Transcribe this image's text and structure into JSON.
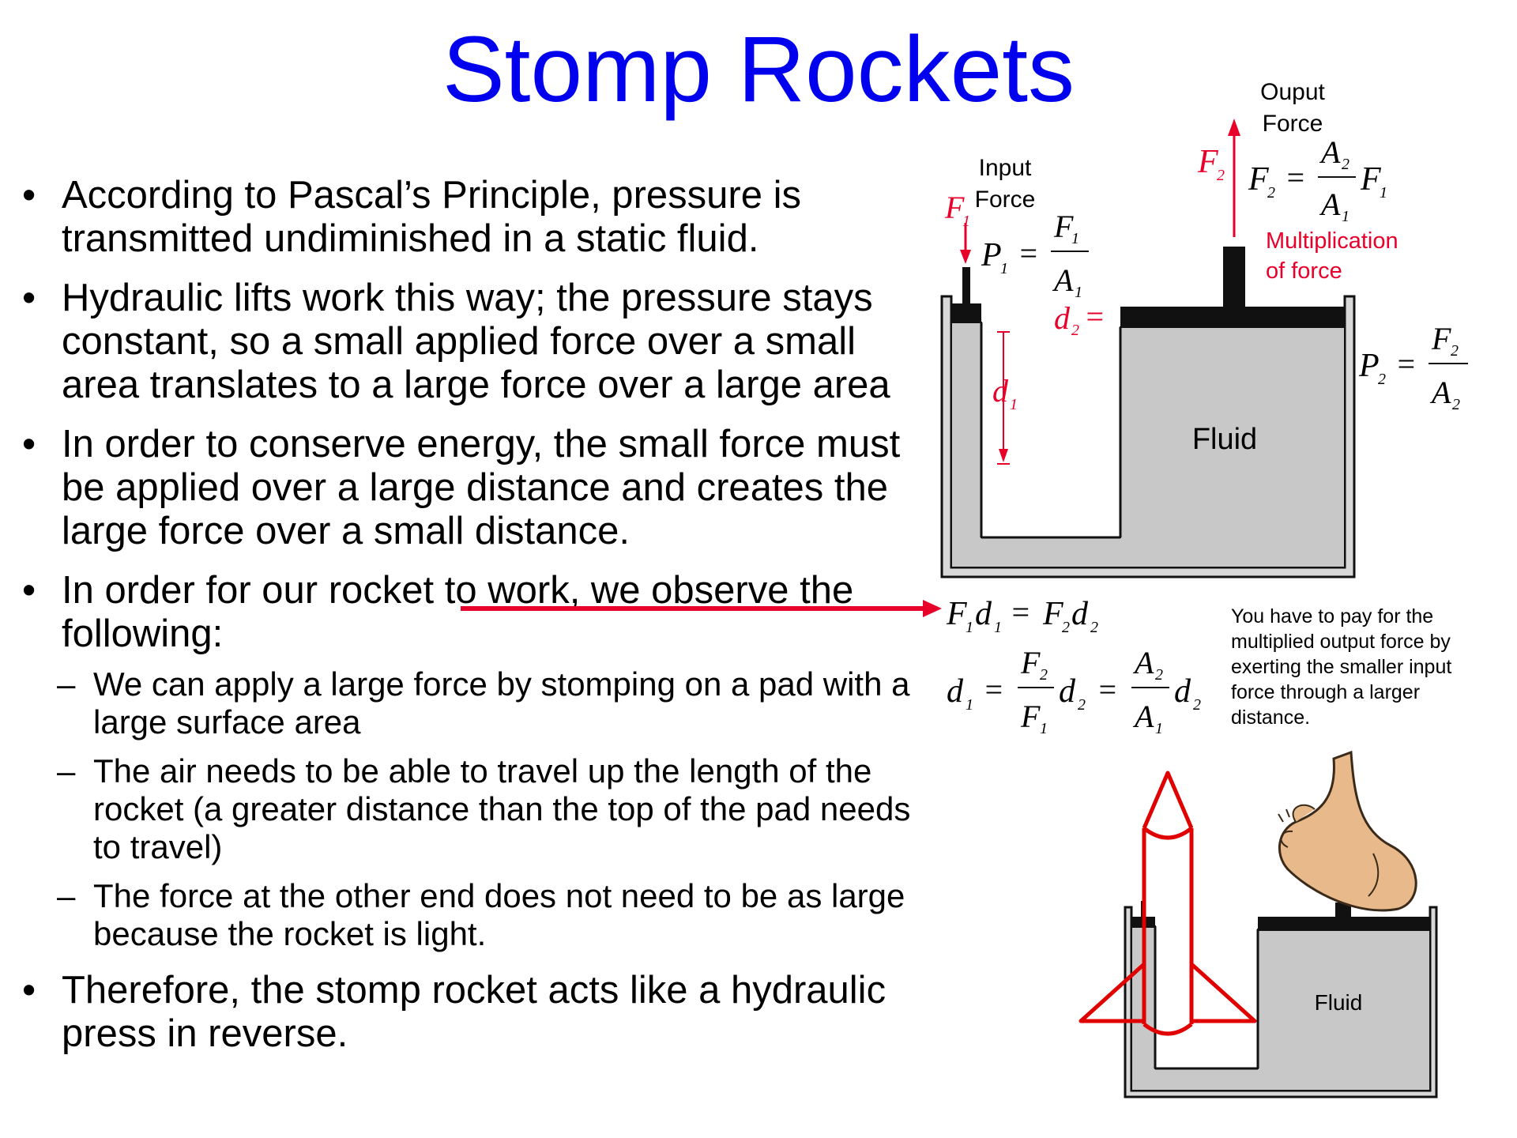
{
  "slide": {
    "title": "Stomp Rockets",
    "bullets": [
      {
        "text": "According to Pascal’s Principle, pressure is transmitted undiminished in a static fluid."
      },
      {
        "text": "Hydraulic lifts work this way; the pressure stays constant, so a small applied force over a small area translates to a large force over a large area"
      },
      {
        "text": "In order to conserve energy, the small force must be applied over a large distance and creates the large force over a small distance."
      },
      {
        "text": "In order for our rocket to work, we observe the following:",
        "sub": [
          "We can apply a large force by stomping on a pad with a large surface area",
          "The air needs to be able to travel up the length of the rocket (a greater distance than the top of the pad needs to travel)",
          "The force at the other end does not need to be as large because the rocket is light."
        ]
      },
      {
        "text": "Therefore, the stomp rocket acts like a hydraulic press in reverse."
      }
    ]
  },
  "diagram": {
    "input_label": [
      "Input",
      "Force"
    ],
    "output_label": [
      "Ouput",
      "Force"
    ],
    "multiplication_label": [
      "Multiplication",
      "of force"
    ],
    "fluid_label": "Fluid",
    "fluid_label_small": "Fluid",
    "caption": [
      "You have to pay for the",
      "multiplied output force by",
      "exerting the smaller input",
      "force through a larger",
      "distance."
    ],
    "F": "F",
    "P": "P",
    "A": "A",
    "d": "d",
    "sub1": "1",
    "sub2": "2",
    "eq": "=",
    "colors": {
      "title": "#0000ee",
      "accent_red": "#e8002a",
      "rocket_red": "#e00000",
      "fluid_gray": "#c8c8c8",
      "piston_black": "#111111",
      "skin": "#e8b98a"
    }
  }
}
